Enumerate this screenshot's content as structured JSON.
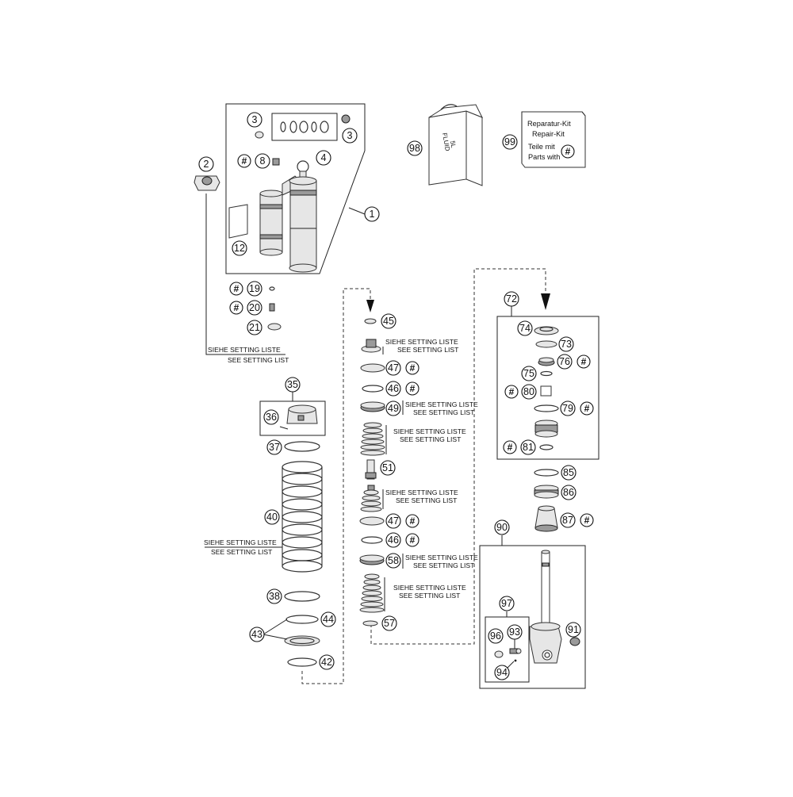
{
  "callouts": {
    "c1": "1",
    "c2": "2",
    "c3a": "3",
    "c3b": "3",
    "c4": "4",
    "c8": "8",
    "c12": "12",
    "c19": "19",
    "c20": "20",
    "c21": "21",
    "c35": "35",
    "c36": "36",
    "c37": "37",
    "c38": "38",
    "c40": "40",
    "c42": "42",
    "c43": "43",
    "c44": "44",
    "c45": "45",
    "c46a": "46",
    "c46b": "46",
    "c47a": "47",
    "c47b": "47",
    "c49": "49",
    "c51": "51",
    "c57": "57",
    "c58": "58",
    "c72": "72",
    "c73": "73",
    "c74": "74",
    "c75": "75",
    "c76": "76",
    "c79": "79",
    "c80": "80",
    "c81": "81",
    "c85": "85",
    "c86": "86",
    "c87": "87",
    "c90": "90",
    "c91": "91",
    "c93": "93",
    "c94": "94",
    "c96": "96",
    "c97": "97",
    "c98": "98",
    "c99": "99"
  },
  "hash_symbol": "#",
  "notes": {
    "siehe": "SIEHE SETTING LISTE",
    "see": "SEE SETTING LIST"
  },
  "fluid_label": {
    "line1": "FLUID",
    "line2": "5L"
  },
  "repair_kit": {
    "line1": "Reparatur-Kit",
    "line2": "Repair-Kit",
    "line3": "Teile mit",
    "line4": "Parts with"
  }
}
